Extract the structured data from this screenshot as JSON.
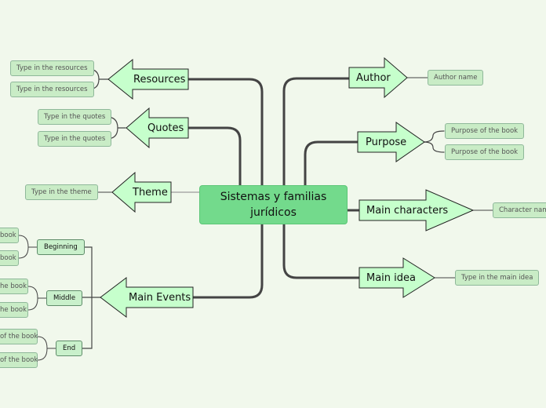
{
  "center": {
    "label": "Sistemas y familias jurídicos"
  },
  "right": {
    "author": {
      "label": "Author",
      "leaves": [
        "Author name"
      ]
    },
    "purpose": {
      "label": "Purpose",
      "leaves": [
        "Purpose of the book",
        "Purpose of the book"
      ]
    },
    "characters": {
      "label": "Main characters",
      "leaves": [
        "Character name"
      ]
    },
    "idea": {
      "label": "Main idea",
      "leaves": [
        "Type in the main idea"
      ]
    }
  },
  "left": {
    "resources": {
      "label": "Resources",
      "leaves": [
        "Type in the resources",
        "Type in the resources"
      ]
    },
    "quotes": {
      "label": "Quotes",
      "leaves": [
        "Type in the quotes",
        "Type in the quotes"
      ]
    },
    "theme": {
      "label": "Theme",
      "leaves": [
        "Type in the theme"
      ]
    },
    "events": {
      "label": "Main Events",
      "groups": [
        {
          "label": "Beginning",
          "leaves": [
            "book",
            "book"
          ]
        },
        {
          "label": "Middle",
          "leaves": [
            "he book",
            "he book"
          ]
        },
        {
          "label": "End",
          "leaves": [
            "of the book",
            "of the book"
          ]
        }
      ]
    }
  },
  "colors": {
    "background": "#f1f8ec",
    "central_topic": "#73da8c",
    "main_topic": "#c6ffcc",
    "subtopic": "#c9ecc6",
    "connector": "#3b3b3b"
  }
}
